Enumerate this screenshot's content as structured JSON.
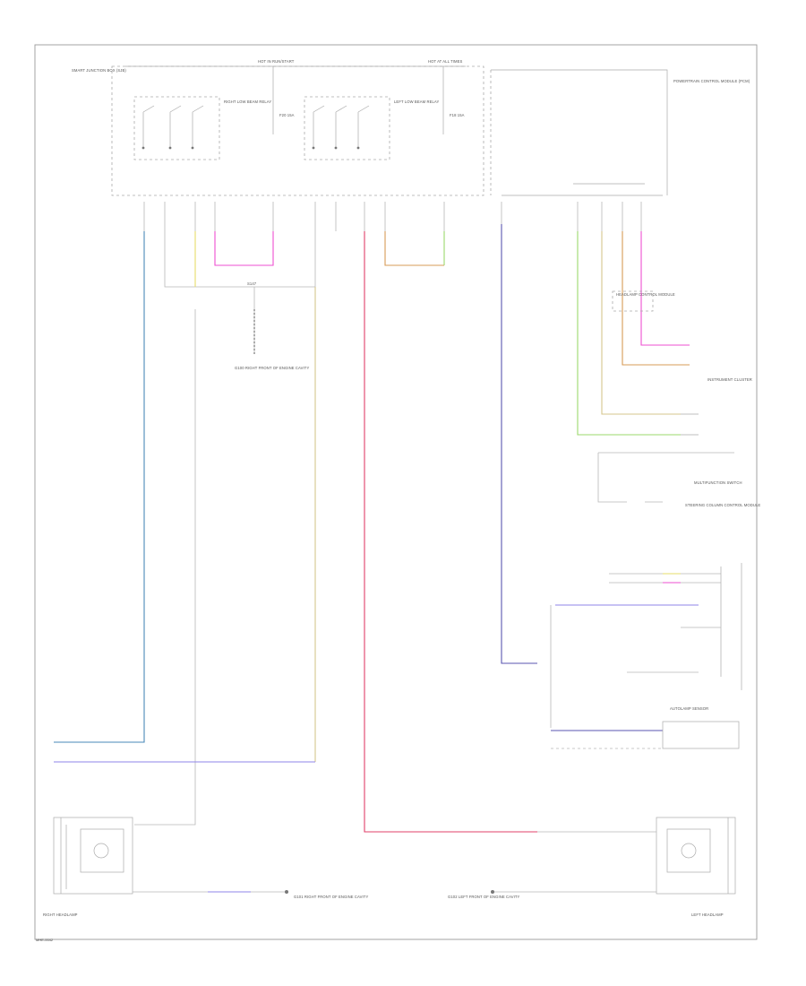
{
  "colors": {
    "blue": "#4a88b8",
    "yellow": "#e6dc6a",
    "magenta": "#ee4fd0",
    "tan": "#d6c68e",
    "red": "#e0406a",
    "orange": "#d79b57",
    "green": "#9bd86b",
    "navy": "#5a56b0",
    "violet": "#8f86e8",
    "gray": "#b8b8b8"
  },
  "labels": {
    "sjb": "SMART JUNCTION BOX (SJB)",
    "hot_run": "HOT IN RUN/START",
    "hot_at_all": "HOT AT ALL TIMES",
    "relay_a": "RIGHT LOW BEAM RELAY",
    "relay_b": "LEFT LOW BEAM RELAY",
    "fuse_a": "F20 15A",
    "fuse_b": "F18 15A",
    "pcm": "POWERTRAIN CONTROL MODULE (PCM)",
    "ground_splice": "S147",
    "ground_label": "G100 RIGHT FRONT OF ENGINE CAVITY",
    "hmi_module": "HEADLAMP CONTROL MODULE",
    "steering_col": "STEERING COLUMN CONTROL MODULE",
    "multifunction_sw": "MULTIFUNCTION SWITCH",
    "instrument_cluster": "INSTRUMENT CLUSTER",
    "light_sensor": "AUTOLAMP SENSOR",
    "rh_headlamp": "RIGHT HEADLAMP",
    "lh_headlamp": "LEFT HEADLAMP",
    "rh_ground": "G101 RIGHT FRONT OF ENGINE CAVITY",
    "lh_ground": "G102 LEFT FRONT OF ENGINE CAVITY",
    "footer": "MHE-0042"
  }
}
